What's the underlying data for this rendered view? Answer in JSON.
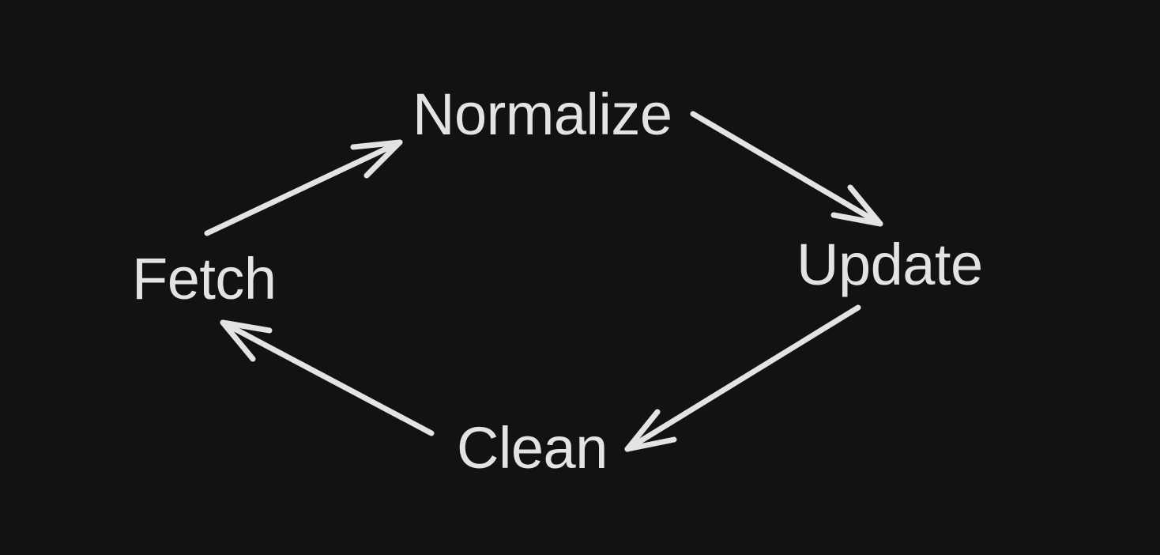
{
  "diagram": {
    "nodes": [
      {
        "id": "normalize",
        "label": "Normalize"
      },
      {
        "id": "update",
        "label": "Update"
      },
      {
        "id": "clean",
        "label": "Clean"
      },
      {
        "id": "fetch",
        "label": "Fetch"
      }
    ],
    "edges": [
      {
        "from": "fetch",
        "to": "normalize"
      },
      {
        "from": "normalize",
        "to": "update"
      },
      {
        "from": "update",
        "to": "clean"
      },
      {
        "from": "clean",
        "to": "fetch"
      }
    ],
    "colors": {
      "background": "#121212",
      "foreground": "#e3e3e3"
    }
  }
}
